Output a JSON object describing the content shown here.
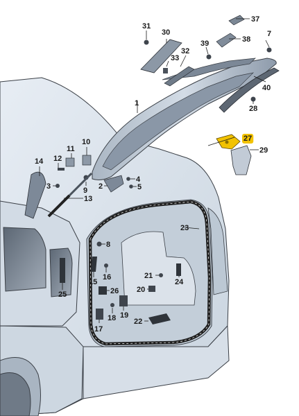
{
  "callouts": [
    {
      "id": "1",
      "label": "1"
    },
    {
      "id": "2",
      "label": "2"
    },
    {
      "id": "3",
      "label": "3"
    },
    {
      "id": "4",
      "label": "4"
    },
    {
      "id": "5",
      "label": "5"
    },
    {
      "id": "7",
      "label": "7"
    },
    {
      "id": "8",
      "label": "8"
    },
    {
      "id": "9",
      "label": "9"
    },
    {
      "id": "10",
      "label": "10"
    },
    {
      "id": "11",
      "label": "11"
    },
    {
      "id": "12",
      "label": "12"
    },
    {
      "id": "13",
      "label": "13"
    },
    {
      "id": "14",
      "label": "14"
    },
    {
      "id": "15",
      "label": "15"
    },
    {
      "id": "16",
      "label": "16"
    },
    {
      "id": "17",
      "label": "17"
    },
    {
      "id": "18",
      "label": "18"
    },
    {
      "id": "19",
      "label": "19"
    },
    {
      "id": "20",
      "label": "20"
    },
    {
      "id": "21",
      "label": "21"
    },
    {
      "id": "22",
      "label": "22"
    },
    {
      "id": "23",
      "label": "23"
    },
    {
      "id": "24",
      "label": "24"
    },
    {
      "id": "25",
      "label": "25"
    },
    {
      "id": "26",
      "label": "26"
    },
    {
      "id": "27",
      "label": "27"
    },
    {
      "id": "28",
      "label": "28"
    },
    {
      "id": "29",
      "label": "29"
    },
    {
      "id": "30",
      "label": "30"
    },
    {
      "id": "31",
      "label": "31"
    },
    {
      "id": "32",
      "label": "32"
    },
    {
      "id": "33",
      "label": "33"
    },
    {
      "id": "37",
      "label": "37"
    },
    {
      "id": "38",
      "label": "38"
    },
    {
      "id": "39",
      "label": "39"
    },
    {
      "id": "40",
      "label": "40"
    }
  ],
  "highlighted_callout": "27",
  "colors": {
    "body_fill": "#dde5ee",
    "body_stroke": "#3a3f46",
    "hatch_panel": "#9fadbb",
    "seal": "#1e1e1e",
    "highlight": "#f2c200",
    "label_text": "#1a1a1a"
  }
}
